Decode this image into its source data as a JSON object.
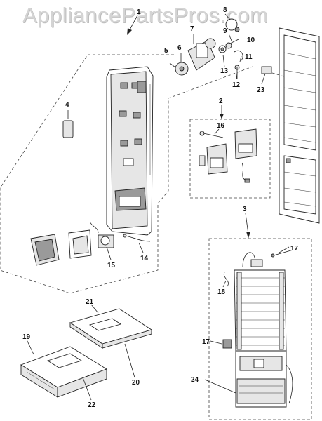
{
  "watermark": "AppliancePartsPros.com",
  "callouts": {
    "c1": "1",
    "c2": "2",
    "c3": "3",
    "c4": "4",
    "c5": "5",
    "c6": "6",
    "c7": "7",
    "c8": "8",
    "c9": "9",
    "c10": "10",
    "c11": "11",
    "c12": "12",
    "c13": "13",
    "c14": "14",
    "c15": "15",
    "c16": "16",
    "c17a": "17",
    "c17b": "17",
    "c18": "18",
    "c19": "19",
    "c20": "20",
    "c21": "21",
    "c22": "22",
    "c23": "23",
    "c24": "24"
  }
}
